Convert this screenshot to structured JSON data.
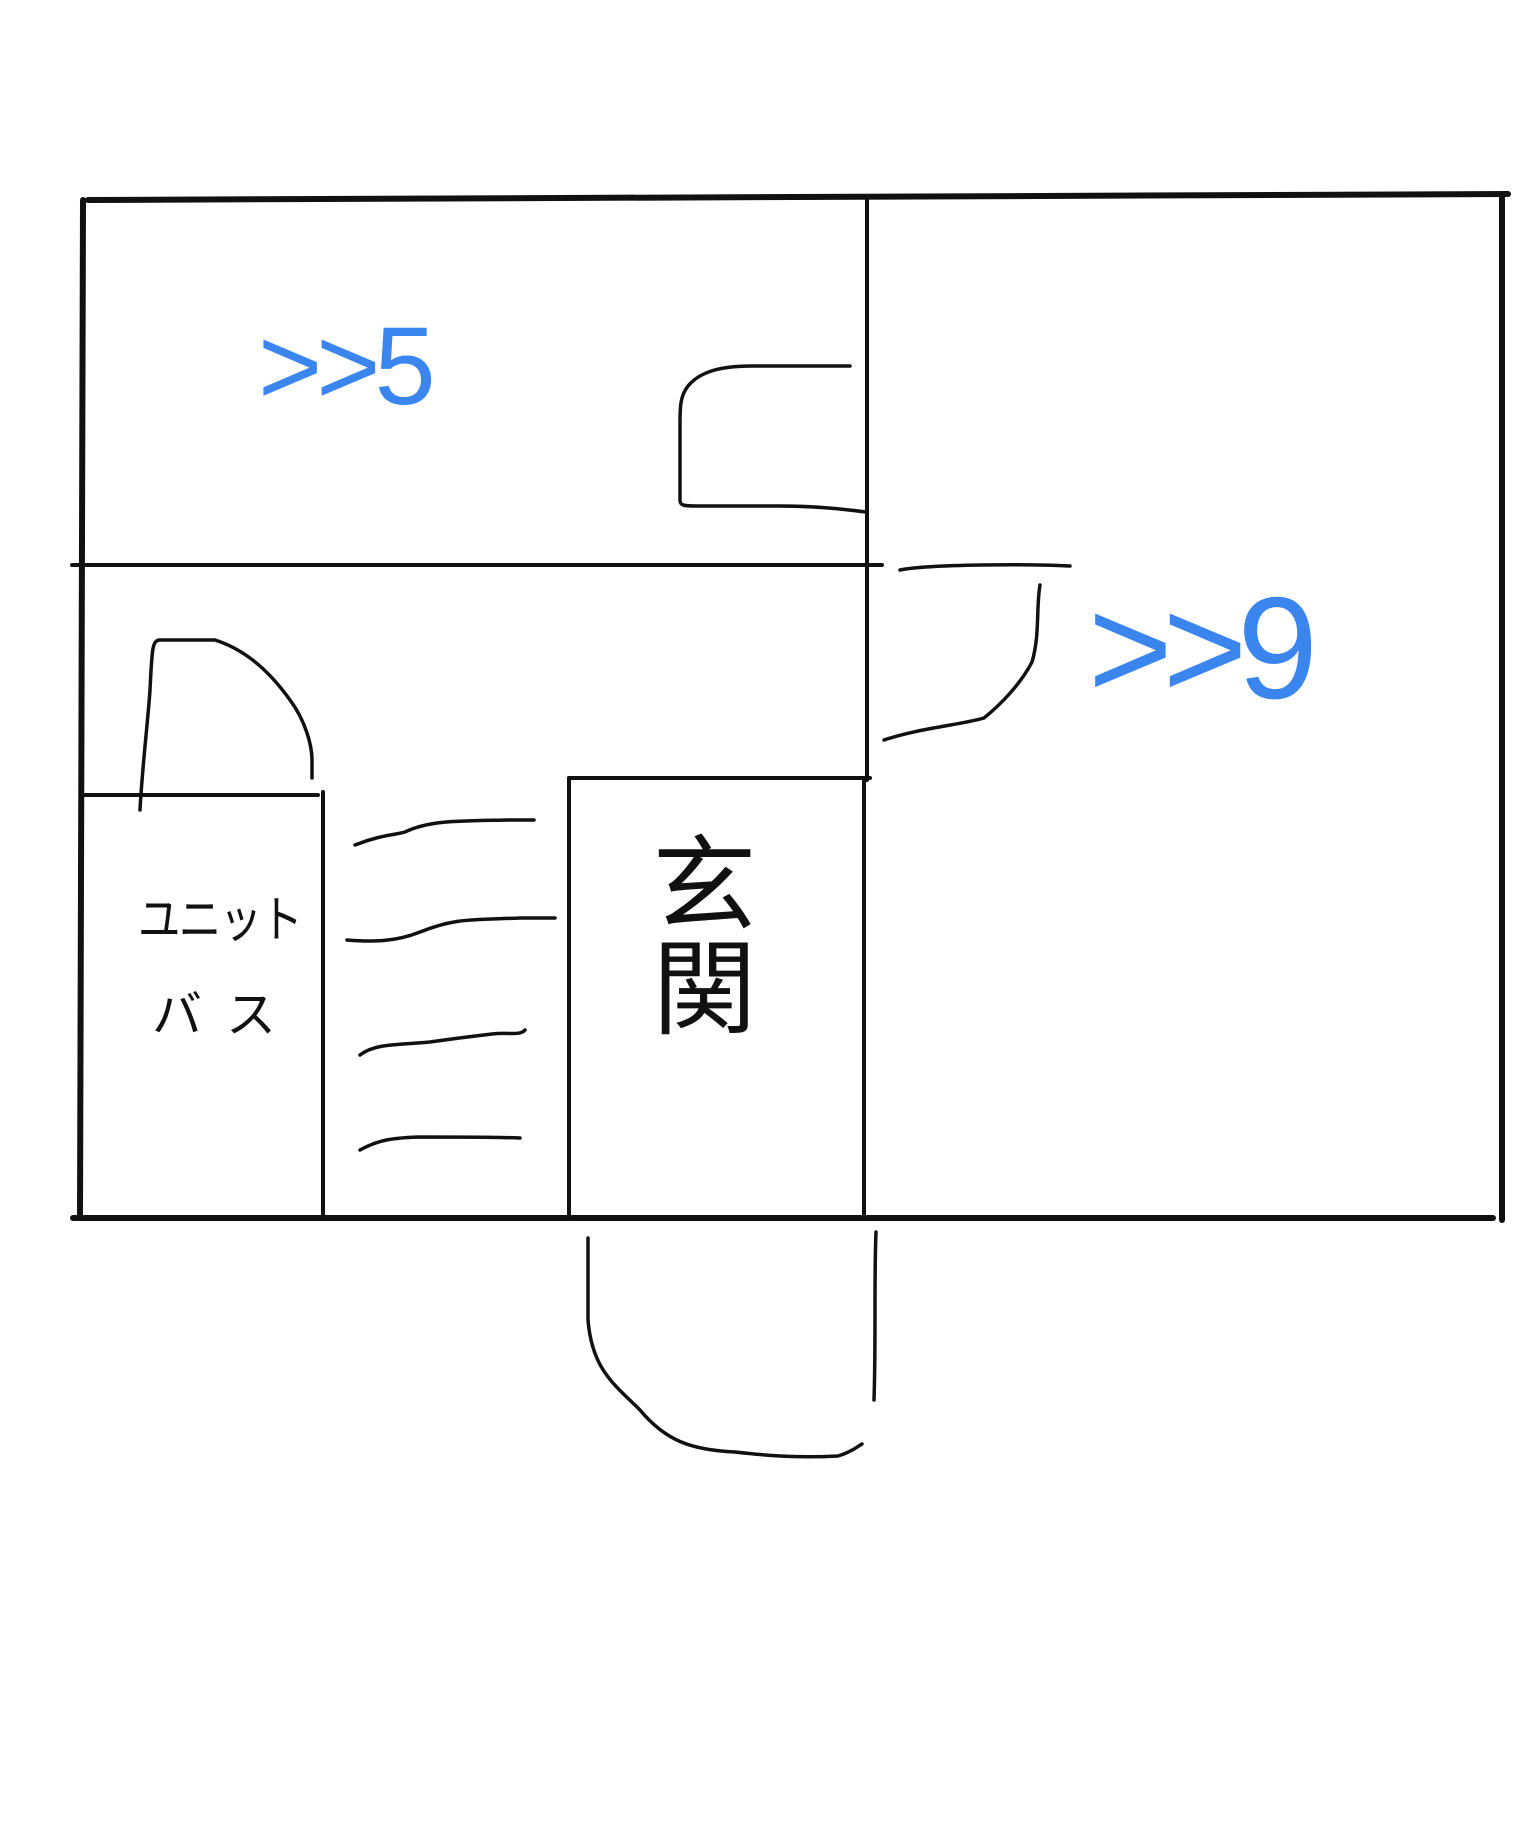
{
  "labels": {
    "room_top_left": ">>5",
    "room_right": ">>9",
    "entrance": "玄関",
    "unit_bath_line1": "ユニット",
    "unit_bath_line2": "バス"
  },
  "colors": {
    "link_text": "#3b86ee",
    "ink": "#111111",
    "background": "#ffffff"
  }
}
